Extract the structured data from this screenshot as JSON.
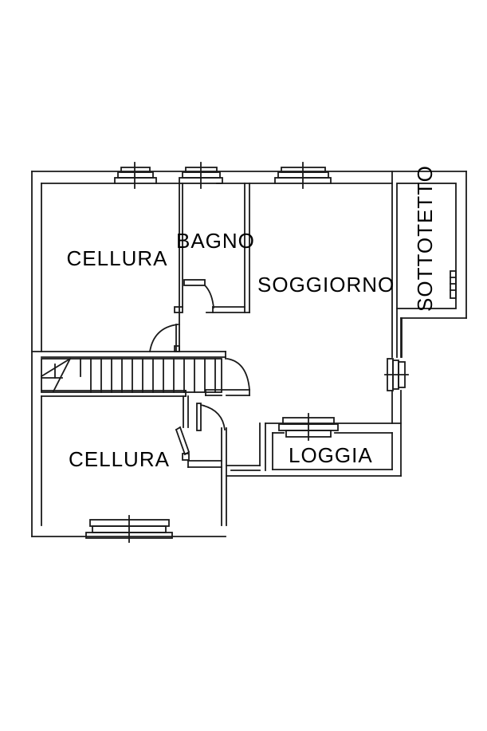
{
  "document": {
    "type": "architectural-floor-plan",
    "background_color": "#ffffff",
    "line_color": "#1a1a1a",
    "text_color": "#000000"
  },
  "rooms": {
    "cellura_top": {
      "label": "CELLURA"
    },
    "bagno": {
      "label": "BAGNO"
    },
    "soggiorno": {
      "label": "SOGGIORNO"
    },
    "sottotetto": {
      "label": "SOTTOTETTO"
    },
    "cellura_bottom": {
      "label": "CELLURA"
    },
    "loggia": {
      "label": "LOGGIA"
    }
  },
  "symbols": {
    "windows": [
      "window-top-cellura",
      "window-top-bagno",
      "window-top-soggiorno",
      "window-right-soggiorno",
      "window-loggia",
      "window-bottom-cellura"
    ],
    "doors": [
      "door-bagno",
      "door-soggiorno-landing",
      "door-stairs-hall",
      "door-lower-hall",
      "door-cellura-bottom"
    ],
    "stairs": {
      "name": "staircase",
      "risers": 13
    }
  }
}
